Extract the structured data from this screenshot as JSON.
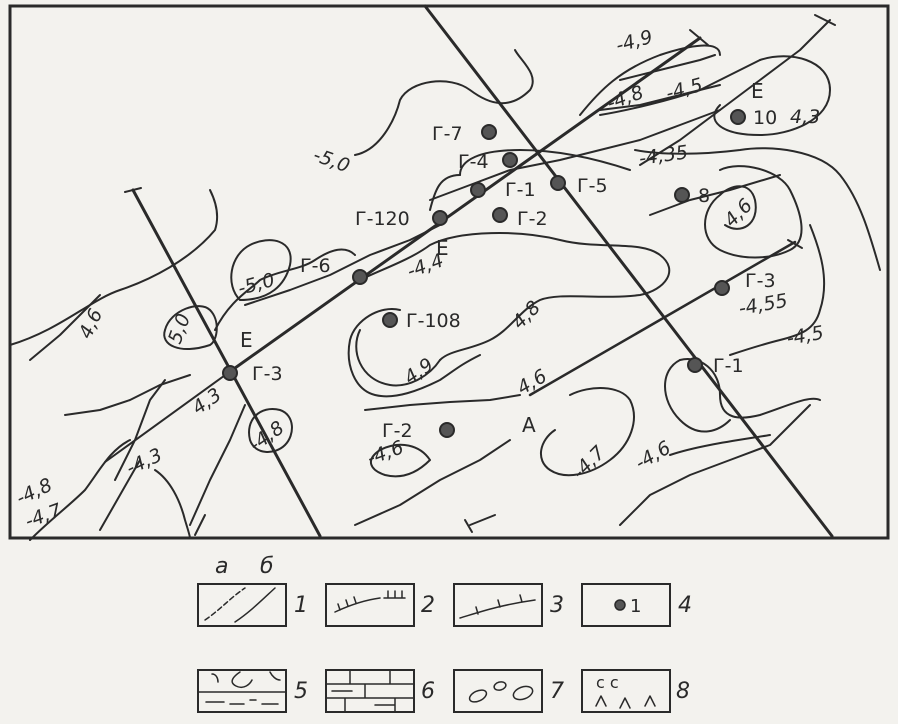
{
  "map": {
    "contour_labels": [
      {
        "id": "c1",
        "text": "-5,0"
      },
      {
        "id": "c2",
        "text": "-4,9"
      },
      {
        "id": "c3",
        "text": "-4,8"
      },
      {
        "id": "c4",
        "text": "-4,5"
      },
      {
        "id": "c5",
        "text": "4,3"
      },
      {
        "id": "c6",
        "text": "-4,35"
      },
      {
        "id": "c7",
        "text": "4,6"
      },
      {
        "id": "c8",
        "text": "-4,4"
      },
      {
        "id": "c9",
        "text": "-5,0"
      },
      {
        "id": "c10",
        "text": "5,0"
      },
      {
        "id": "c11",
        "text": "4,8"
      },
      {
        "id": "c12",
        "text": "4,9"
      },
      {
        "id": "c13",
        "text": "4,6"
      },
      {
        "id": "c14",
        "text": "-4,55"
      },
      {
        "id": "c15",
        "text": "-4,5"
      },
      {
        "id": "c16",
        "text": "4,6"
      },
      {
        "id": "c17",
        "text": "4,3"
      },
      {
        "id": "c18",
        "text": "-4,8"
      },
      {
        "id": "c19",
        "text": "-4,3"
      },
      {
        "id": "c20",
        "text": "-4,8"
      },
      {
        "id": "c21",
        "text": "-4,7"
      },
      {
        "id": "c22",
        "text": "-4,6"
      },
      {
        "id": "c23",
        "text": "-4,7"
      },
      {
        "id": "c24",
        "text": "-4,6"
      }
    ],
    "wells": [
      {
        "id": "w1",
        "label": "Г-7"
      },
      {
        "id": "w2",
        "label": "Г-4"
      },
      {
        "id": "w3",
        "label": "Г-1"
      },
      {
        "id": "w4",
        "label": "Г-5"
      },
      {
        "id": "w5",
        "label": "Г-120"
      },
      {
        "id": "w6",
        "label": "Г-2"
      },
      {
        "id": "w7",
        "label": "Г-6"
      },
      {
        "id": "w8",
        "label": "Г-108"
      },
      {
        "id": "w9",
        "label": "Г-3"
      },
      {
        "id": "w10",
        "label": "Г-2"
      },
      {
        "id": "w11",
        "label": "8"
      },
      {
        "id": "w12",
        "label": "10"
      },
      {
        "id": "w13",
        "label": "Г-3"
      },
      {
        "id": "w14",
        "label": "Г-1"
      }
    ],
    "profile_letters": [
      {
        "id": "p1",
        "text": "Е"
      },
      {
        "id": "p2",
        "text": "Е"
      },
      {
        "id": "p3",
        "text": "Е"
      },
      {
        "id": "p4",
        "text": "А"
      }
    ]
  },
  "legend": {
    "header_a": "а",
    "header_b": "б",
    "items": [
      {
        "number": "1"
      },
      {
        "number": "2"
      },
      {
        "number": "3"
      },
      {
        "number": "4",
        "inner_label": "1"
      },
      {
        "number": "5"
      },
      {
        "number": "6"
      },
      {
        "number": "7"
      },
      {
        "number": "8",
        "inner_label_top": "с    с"
      }
    ]
  }
}
